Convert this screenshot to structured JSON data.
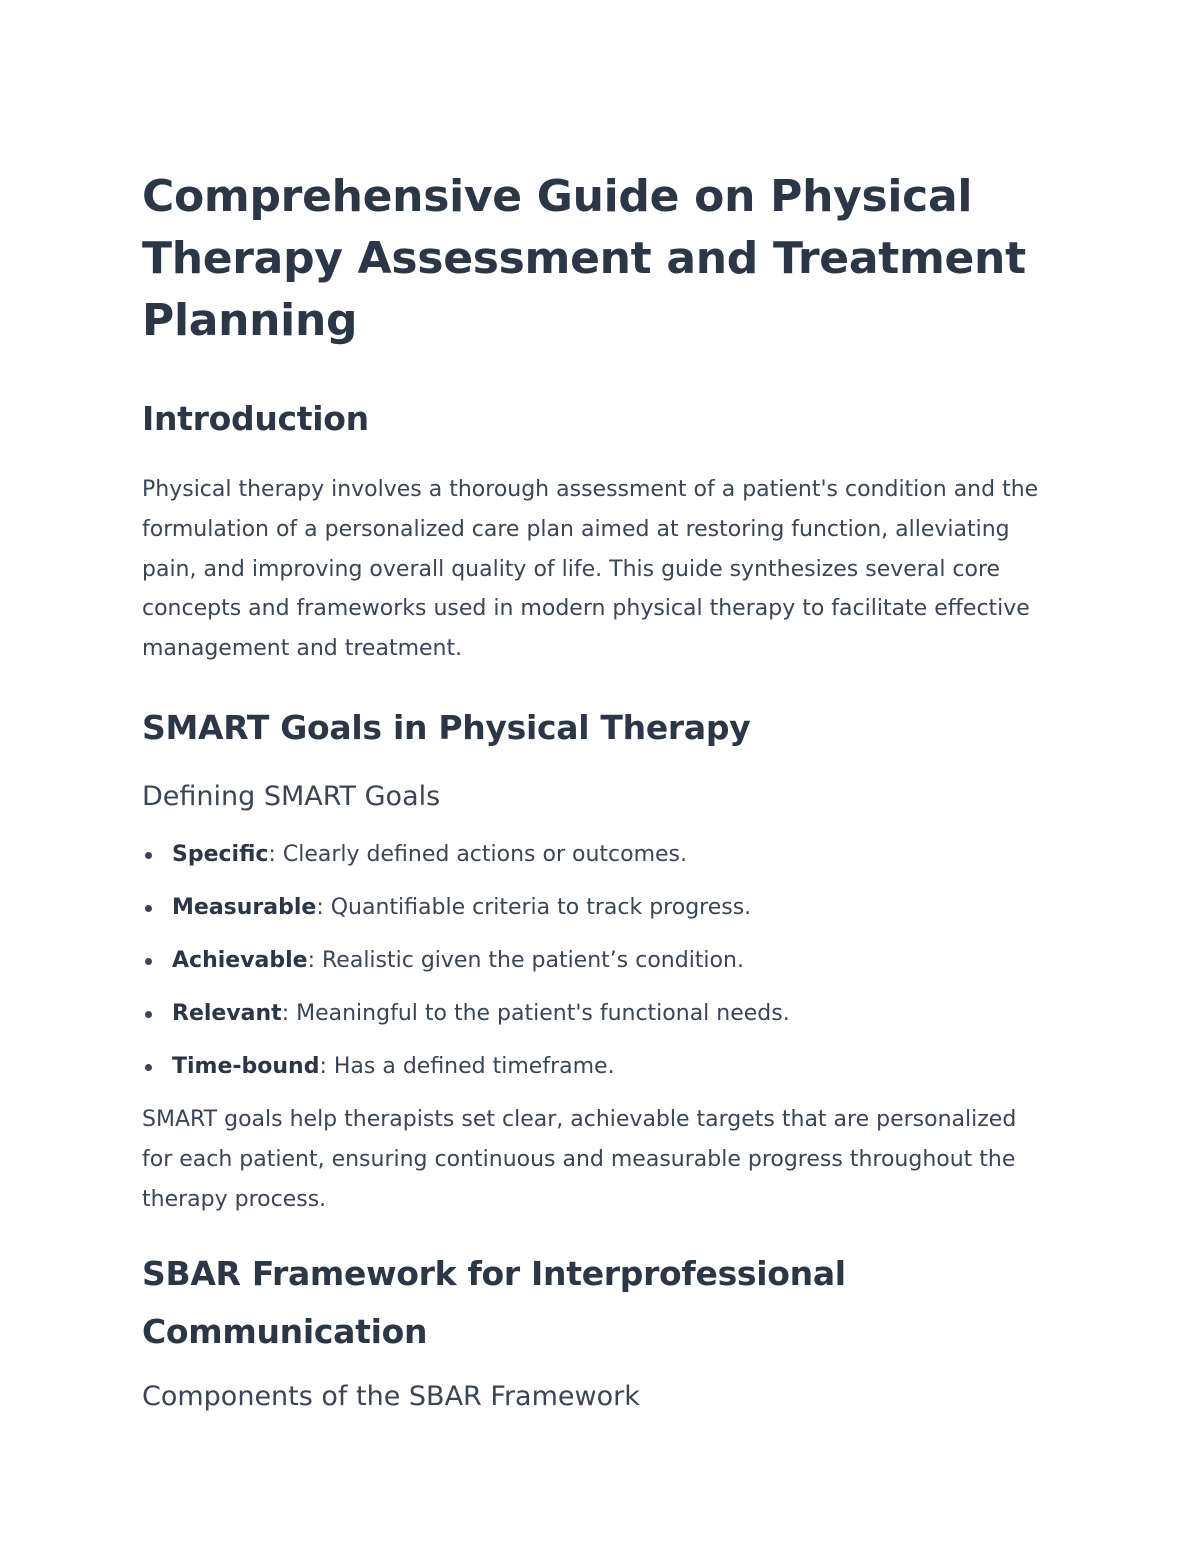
{
  "document": {
    "title": "Comprehensive Guide on Physical Therapy Assessment and Treatment Planning",
    "introduction": {
      "heading": "Introduction",
      "paragraph": "Physical therapy involves a thorough assessment of a patient's condition and the formulation of a personalized care plan aimed at restoring function, alleviating pain, and improving overall quality of life. This guide synthesizes several core concepts and frameworks used in modern physical therapy to facilitate effective management and treatment."
    },
    "smart": {
      "heading": "SMART Goals in Physical Therapy",
      "subheading": "Defining SMART Goals",
      "items": [
        {
          "term": "Specific",
          "text": ": Clearly defined actions or outcomes."
        },
        {
          "term": "Measurable",
          "text": ": Quantifiable criteria to track progress."
        },
        {
          "term": "Achievable",
          "text": ": Realistic given the patient’s condition."
        },
        {
          "term": "Relevant",
          "text": ": Meaningful to the patient's functional needs."
        },
        {
          "term": "Time-bound",
          "text": ": Has a defined timeframe."
        }
      ],
      "paragraph": "SMART goals help therapists set clear, achievable targets that are personalized for each patient, ensuring continuous and measurable progress throughout the therapy process."
    },
    "sbar": {
      "heading": "SBAR Framework for Interprofessional Communication",
      "subheading": "Components of the SBAR Framework"
    }
  }
}
